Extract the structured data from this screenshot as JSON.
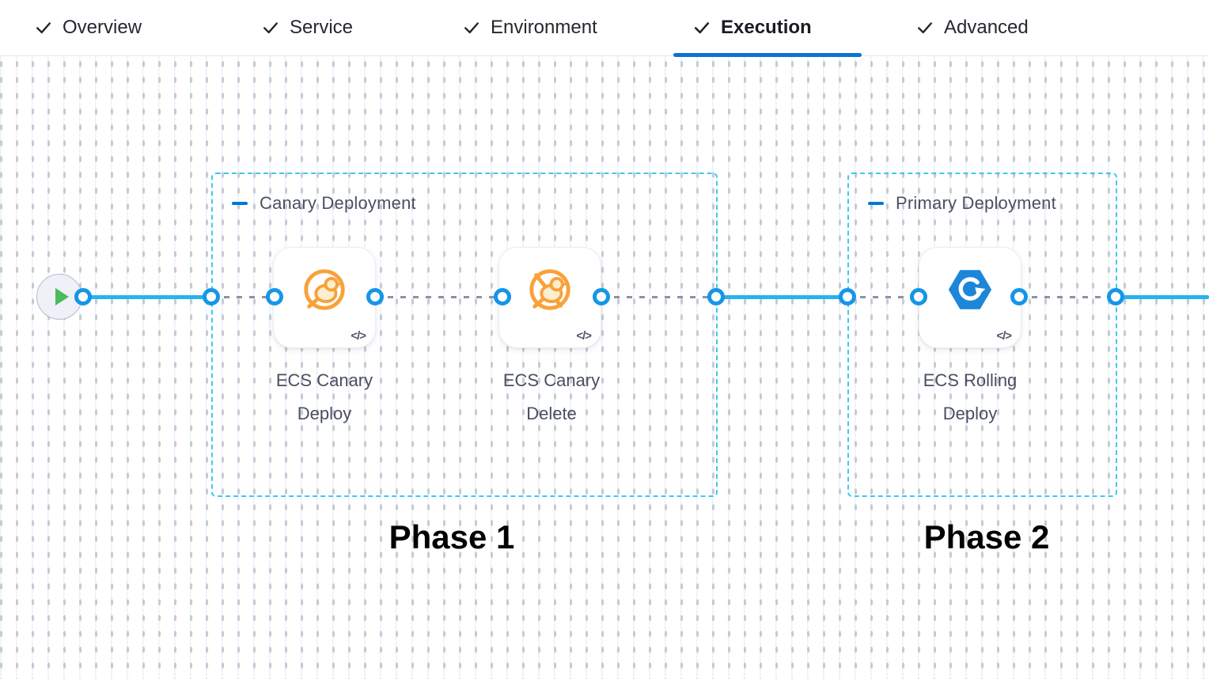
{
  "tabs": {
    "items": [
      {
        "label": "Overview",
        "status": "completed"
      },
      {
        "label": "Service",
        "status": "completed"
      },
      {
        "label": "Environment",
        "status": "completed"
      },
      {
        "label": "Execution",
        "status": "active"
      },
      {
        "label": "Advanced",
        "status": "completed"
      }
    ]
  },
  "canvas": {
    "start_node": {
      "icon": "play-icon"
    },
    "code_icon_label": "</>",
    "groups": [
      {
        "title": "Canary Deployment",
        "phase_label": "Phase 1",
        "steps": [
          {
            "name": "ECS Canary Deploy",
            "icon": "ecs-canary-deploy-icon"
          },
          {
            "name": "ECS Canary Delete",
            "icon": "ecs-canary-delete-icon"
          }
        ]
      },
      {
        "title": "Primary Deployment",
        "phase_label": "Phase 2",
        "steps": [
          {
            "name": "ECS Rolling Deploy",
            "icon": "ecs-rolling-deploy-icon"
          }
        ]
      }
    ]
  },
  "colors": {
    "accent_blue": "#0b72d0",
    "connector_blue": "#29b2f0",
    "port_ring_blue": "#1596e8",
    "group_border_cyan": "#3dc8f6",
    "dashed_connector_gray": "#8f90a3",
    "canary_orange": "#f9a13a",
    "ecs_blue": "#1c86d8",
    "play_green": "#4cbb5a"
  }
}
